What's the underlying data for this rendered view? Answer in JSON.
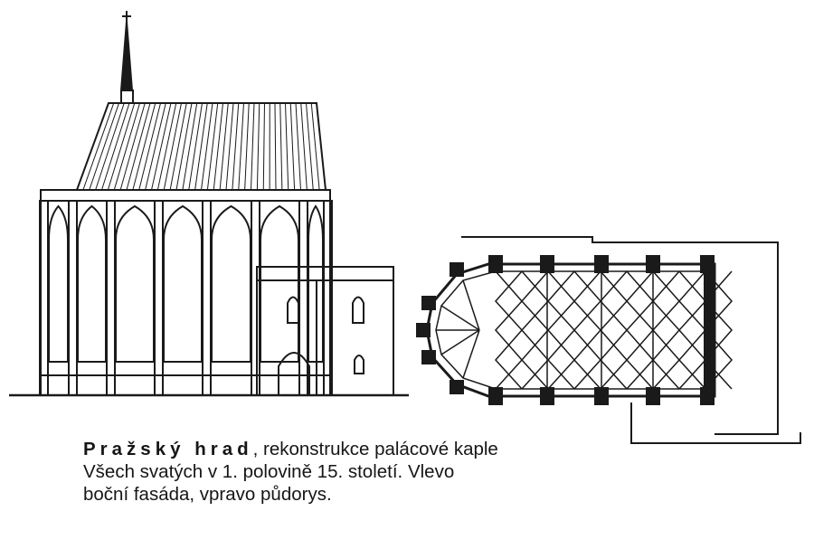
{
  "caption": {
    "title": "Pražský hrad",
    "line1_rest": ", rekonstrukce palácové kaple",
    "line2": "Všech svatých v 1. polovině 15. století. Vlevo",
    "line3": "boční fasáda, vpravo půdorys."
  },
  "colors": {
    "ink": "#1a1a1a",
    "paper": "#ffffff"
  }
}
